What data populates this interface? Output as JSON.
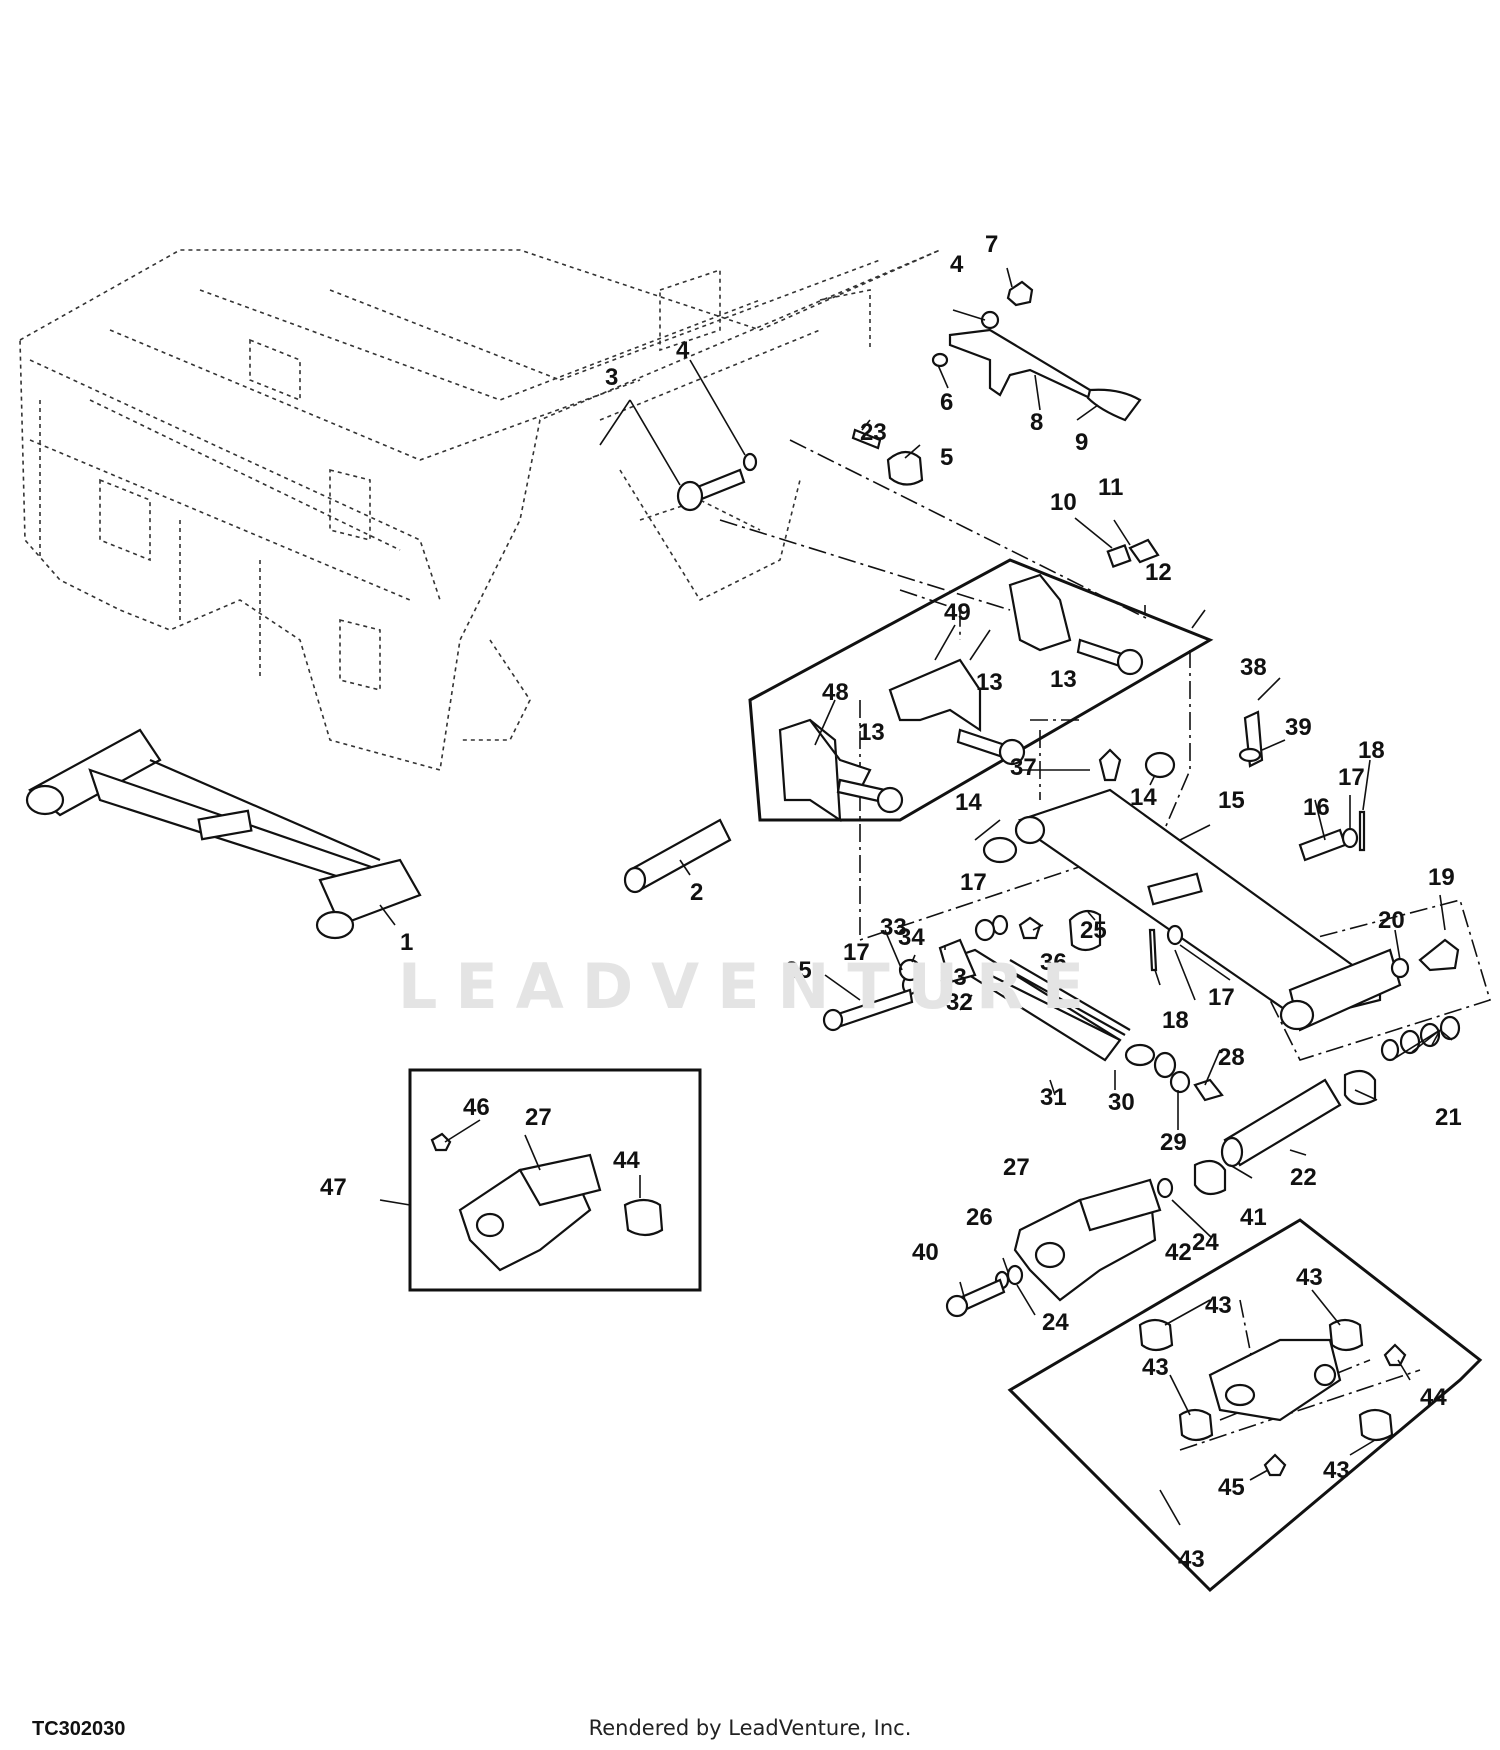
{
  "diagram": {
    "figure_id": "TC302030",
    "footer": "Rendered by LeadVenture, Inc.",
    "watermark": "LEADVENTURE",
    "callouts": [
      "1",
      "2",
      "3",
      "4",
      "4",
      "5",
      "6",
      "7",
      "8",
      "9",
      "10",
      "11",
      "12",
      "13",
      "13",
      "13",
      "14",
      "14",
      "15",
      "16",
      "17",
      "17",
      "17",
      "17",
      "18",
      "18",
      "19",
      "20",
      "21",
      "22",
      "23",
      "24",
      "24",
      "25",
      "26",
      "27",
      "27",
      "28",
      "29",
      "30",
      "31",
      "32",
      "33",
      "33",
      "34",
      "35",
      "36",
      "37",
      "38",
      "39",
      "40",
      "41",
      "42",
      "43",
      "43",
      "43",
      "43",
      "43",
      "44",
      "44",
      "45",
      "46",
      "47",
      "48",
      "49"
    ]
  }
}
